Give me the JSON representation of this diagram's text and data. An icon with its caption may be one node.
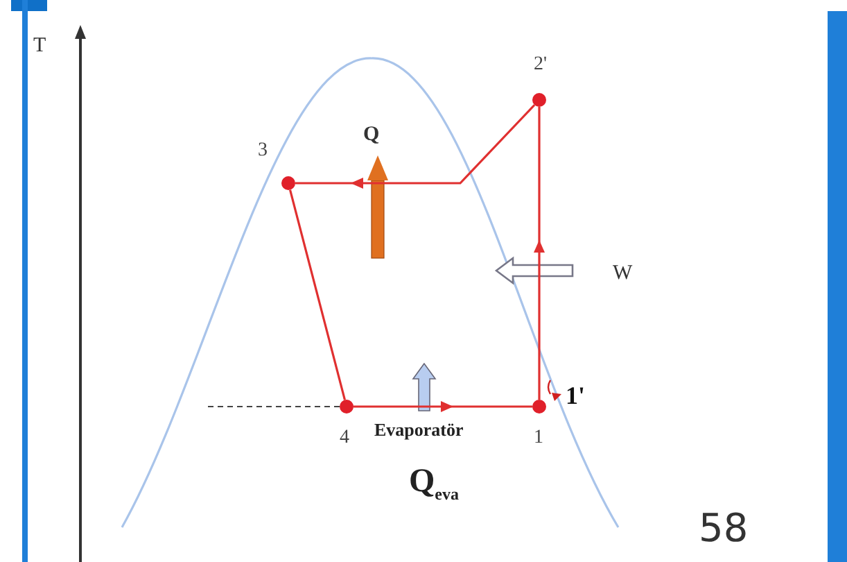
{
  "diagram": {
    "nodes": [
      {
        "text": [],
        "shape": "circle",
        "beside": [
          "3"
        ]
      },
      {
        "text": [],
        "shape": "circle",
        "beside": [
          "2'"
        ]
      },
      {
        "text": [],
        "shape": "circle",
        "beside": [
          "4"
        ]
      },
      {
        "text": [],
        "shape": "circle",
        "beside": [
          "1"
        ]
      }
    ],
    "edges": [
      {
        "from": 3,
        "to": 1,
        "arrow": "to"
      },
      {
        "from": 1,
        "to": 0,
        "arrow": "to"
      },
      {
        "from": 0,
        "to": 2,
        "arrow": "none"
      },
      {
        "from": 2,
        "to": 3,
        "arrow": "to"
      }
    ],
    "labels": [
      "T",
      "Q",
      "W",
      "1'",
      "Evaporatör",
      "Q$_{eva}$",
      "58"
    ]
  }
}
